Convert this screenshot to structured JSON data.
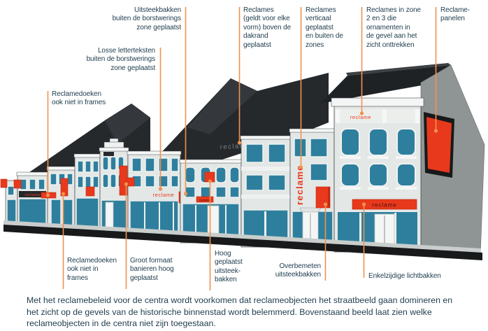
{
  "caption": "Met het reclamebeleid voor de centra wordt voorkomen dat reclameobjecten het straatbeeld gaan domineren en het zicht op de gevels van de historische binnenstad wordt belemmerd. Bovenstaand beeld laat zien welke reclameobjecten in de centra niet zijn toegestaan.",
  "scene": {
    "signs": {
      "roof_text": "reclame",
      "vertical_text": "reclame",
      "frieze_text": "reclame",
      "banner_text": "reclame",
      "loose_letters": "reclame",
      "fascia_text": "reclame",
      "shop_sign_text": "reclame"
    },
    "colors": {
      "callout_orange": "#F0924F",
      "sign_red": "#E8391D",
      "window_teal": "#2E7F9E",
      "roof_dark": "#26292C",
      "facade_light": "#E3E7E5",
      "text_dark": "#1E3C4D"
    }
  },
  "callouts": {
    "top": [
      {
        "text": "Uitsteekbakken\nbuiten de borstwerings\nzone geplaatst"
      },
      {
        "text": "Losse letterteksten\nbuiten de borstwerings\nzone geplaatst"
      },
      {
        "text": "Reclamedoeken\nook niet in frames"
      },
      {
        "text": "Reclames\n(geldt voor elke\nvorm) boven de\ndakrand\ngeplaatst"
      },
      {
        "text": "Reclames\nverticaal\ngeplaatst\nen buiten de\nzones"
      },
      {
        "text": "Reclames in zone\n2 en 3 die\nornamenten in\nde gevel aan het\nzicht onttrekken"
      },
      {
        "text": "Reclame-\npanelen"
      }
    ],
    "bottom": [
      {
        "text": "Reclamedoeken\nook niet in\nframes"
      },
      {
        "text": "Groot formaat\nbanieren hoog\ngeplaatst"
      },
      {
        "text": "Hoog\ngeplaatst\nuitsteek-\nbakken"
      },
      {
        "text": "Overbemeten\nuitsteekbakken"
      },
      {
        "text": "Enkelzijdige lichtbakken"
      }
    ]
  }
}
